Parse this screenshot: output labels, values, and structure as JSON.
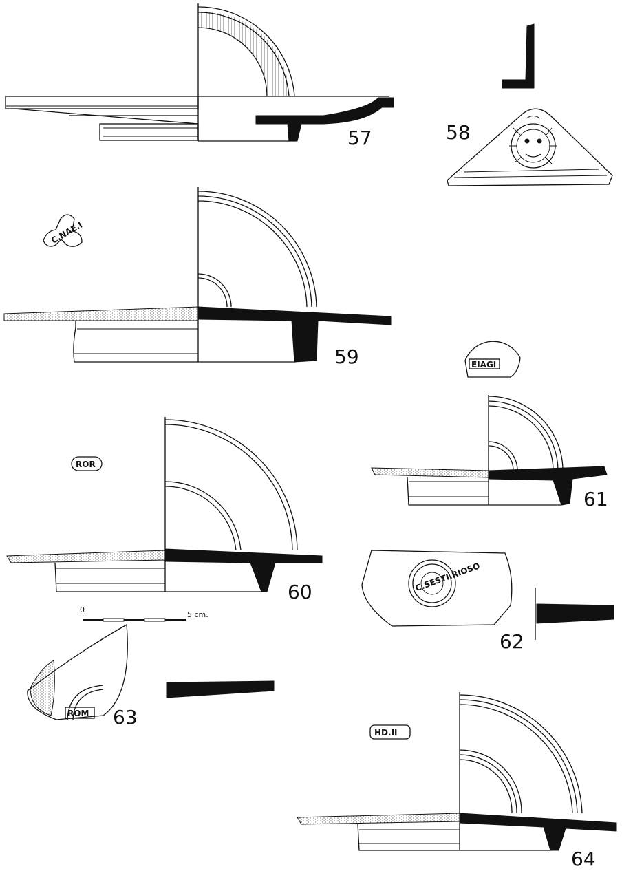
{
  "figures": [
    {
      "key": "f57",
      "number": "57"
    },
    {
      "key": "f58",
      "number": "58"
    },
    {
      "key": "f59",
      "number": "59",
      "stamp": "C.NAE.I"
    },
    {
      "key": "f60",
      "number": "60",
      "stamp": "ROR"
    },
    {
      "key": "f61",
      "number": "61",
      "stamp": "EIAGI"
    },
    {
      "key": "f62",
      "number": "62",
      "stamp": "C.SESTI.RIOSO"
    },
    {
      "key": "f63",
      "number": "63",
      "stamp": "ROM"
    },
    {
      "key": "f64",
      "number": "64",
      "stamp": "HD.II"
    }
  ],
  "scale_bar": {
    "start_label": "0",
    "end_label": "5 cm."
  },
  "colors": {
    "ink": "#111111",
    "paper": "#ffffff"
  }
}
